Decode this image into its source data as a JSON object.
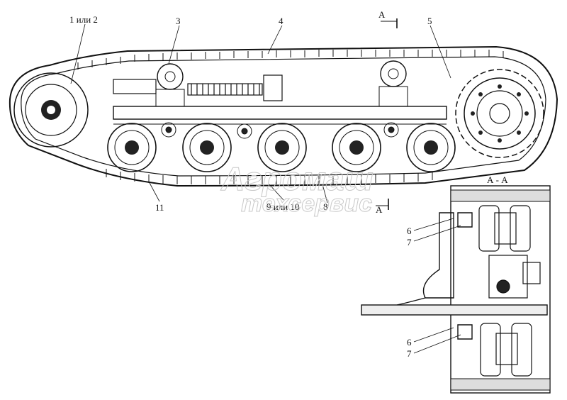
{
  "callouts": {
    "c1": "1 или 2",
    "c3": "3",
    "c4": "4",
    "c5": "5",
    "c11": "11",
    "c9_10": "9 или 10",
    "c8": "8",
    "c6a": "6",
    "c7a": "7",
    "c6b": "6",
    "c7b": "7"
  },
  "section": {
    "title": "А - А",
    "mark_top": "А",
    "mark_bottom": "А"
  },
  "watermark": {
    "line1": "Агромаш",
    "line2": "техсервис"
  }
}
